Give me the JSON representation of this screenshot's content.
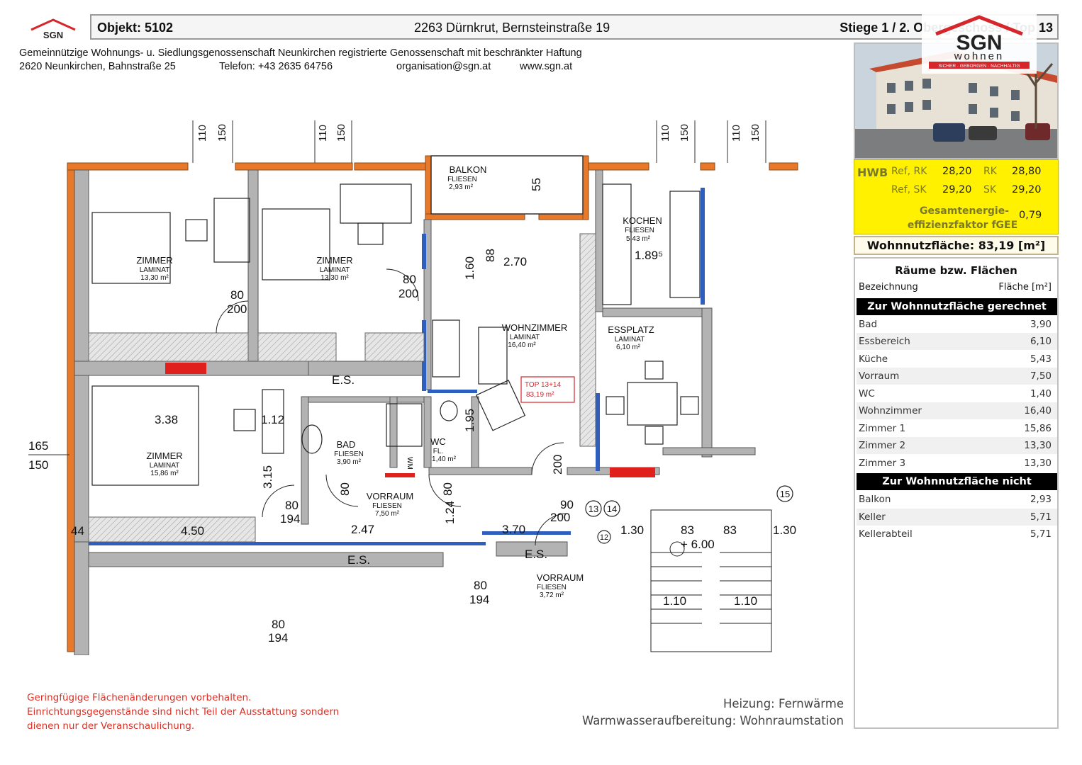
{
  "header": {
    "objekt": "Objekt:  5102",
    "address": "2263 Dürnkrut, Bernsteinstraße 19",
    "location": "Stiege 1 / 2. Obergeschoss / Top 13",
    "logo_text": "SGN"
  },
  "company": {
    "line1": "Gemeinnützige Wohnungs- u. Siedlungsgenossenschaft Neunkirchen registrierte Genossenschaft mit beschränkter Haftung",
    "address": "2620 Neunkirchen, Bahnstraße 25",
    "phone": "Telefon: +43 2635 64756",
    "email": "organisation@sgn.at",
    "web": "www.sgn.at"
  },
  "brand": {
    "logo_text": "SGN",
    "logo_sub": "wohnen",
    "tagline": "SICHER · GEBORGEN · NACHHALTIG",
    "color_red": "#d7262b"
  },
  "energy": {
    "hwb_label": "HWB",
    "ref_rk_label": "Ref, RK",
    "ref_rk_value": "28,20",
    "rk_label": "RK",
    "rk_value": "28,80",
    "ref_sk_label": "Ref, SK",
    "ref_sk_value": "29,20",
    "sk_label": "SK",
    "sk_value": "29,20",
    "fgee_label_1": "Gesamtenergie-",
    "fgee_label_2": "effizienzfaktor fGEE",
    "fgee_value": "0,79"
  },
  "wohnnutzflaeche": "Wohnnutzfläche: 83,19 [m²]",
  "rooms": {
    "title": "Räume bzw. Flächen",
    "col_name": "Bezeichnung",
    "col_area": "Fläche [m²]",
    "section_included": "Zur Wohnnutzfläche gerechnet",
    "included": [
      {
        "name": "Bad",
        "area": "3,90"
      },
      {
        "name": "Essbereich",
        "area": "6,10"
      },
      {
        "name": "Küche",
        "area": "5,43"
      },
      {
        "name": "Vorraum",
        "area": "7,50"
      },
      {
        "name": "WC",
        "area": "1,40"
      },
      {
        "name": "Wohnzimmer",
        "area": "16,40"
      },
      {
        "name": "Zimmer 1",
        "area": "15,86"
      },
      {
        "name": "Zimmer 2",
        "area": "13,30"
      },
      {
        "name": "Zimmer 3",
        "area": "13,30"
      }
    ],
    "section_excluded": "Zur Wohnnutzfläche nicht gerechnet",
    "excluded": [
      {
        "name": "Balkon",
        "area": "2,93"
      },
      {
        "name": "Keller",
        "area": "5,71"
      },
      {
        "name": "Kellerabteil",
        "area": "5,71"
      }
    ]
  },
  "floorplan": {
    "top_dims": [
      "110",
      "150"
    ],
    "window_dims": [
      "165",
      "150"
    ],
    "zimmer_a": {
      "name": "ZIMMER",
      "floor": "LAMINAT",
      "area": "13,30 m²"
    },
    "zimmer_b": {
      "name": "ZIMMER",
      "floor": "LAMINAT",
      "area": "13,30 m²"
    },
    "zimmer_c": {
      "name": "ZIMMER",
      "floor": "LAMINAT",
      "area": "15,86 m²"
    },
    "balkon": {
      "name": "BALKON",
      "floor": "FLIESEN",
      "area": "2,93 m²"
    },
    "kochen": {
      "name": "KOCHEN",
      "floor": "FLIESEN",
      "area": "5,43 m²"
    },
    "wohnzimmer": {
      "name": "WOHNZIMMER",
      "floor": "LAMINAT",
      "area": "16,40 m²"
    },
    "essplatz": {
      "name": "ESSPLATZ",
      "floor": "LAMINAT",
      "area": "6,10 m²"
    },
    "bad": {
      "name": "BAD",
      "floor": "FLIESEN",
      "area": "3,90 m²"
    },
    "wc": {
      "name": "WC",
      "floor": "FL.",
      "area": "1,40 m²"
    },
    "vorraum": {
      "name": "VORRAUM",
      "floor": "FLIESEN",
      "area": "7,50 m²"
    },
    "vorraum2": {
      "name": "VORRAUM",
      "floor": "FLIESEN",
      "area": "3,72 m²"
    },
    "top_label_1": "TOP 13+14",
    "top_label_2": "83,19 m²",
    "es": "E.S.",
    "wm": "WM",
    "d_80": "80",
    "d_200": "200",
    "d_194": "194",
    "d_338": "3.38",
    "d_112": "1.12",
    "d_315": "3.15",
    "d_450": "4.50",
    "d_247": "2.47",
    "d_370": "3.70",
    "d_130": "1.30",
    "d_160": "1.60",
    "d_189": "1.89⁵",
    "d_600": "+ 6.00",
    "d_83": "83",
    "d_110": "1.10",
    "d_124": "1.24",
    "d_195": "1.95",
    "d_44": "44",
    "d_90": "90",
    "d_88": "88",
    "d_270": "2.70",
    "d_55": "55",
    "n_13": "13",
    "n_14": "14",
    "n_15": "15",
    "n_12": "12"
  },
  "footer": {
    "note1": "Geringfügige Flächenänderungen vorbehalten.",
    "note2": "Einrichtungsgegenstände sind nicht Teil der Ausstattung sondern",
    "note3": "dienen nur der Veranschaulichung.",
    "heizung": "Heizung: Fernwärme",
    "warmwasser": "Warmwasseraufbereitung: Wohnraumstation"
  }
}
